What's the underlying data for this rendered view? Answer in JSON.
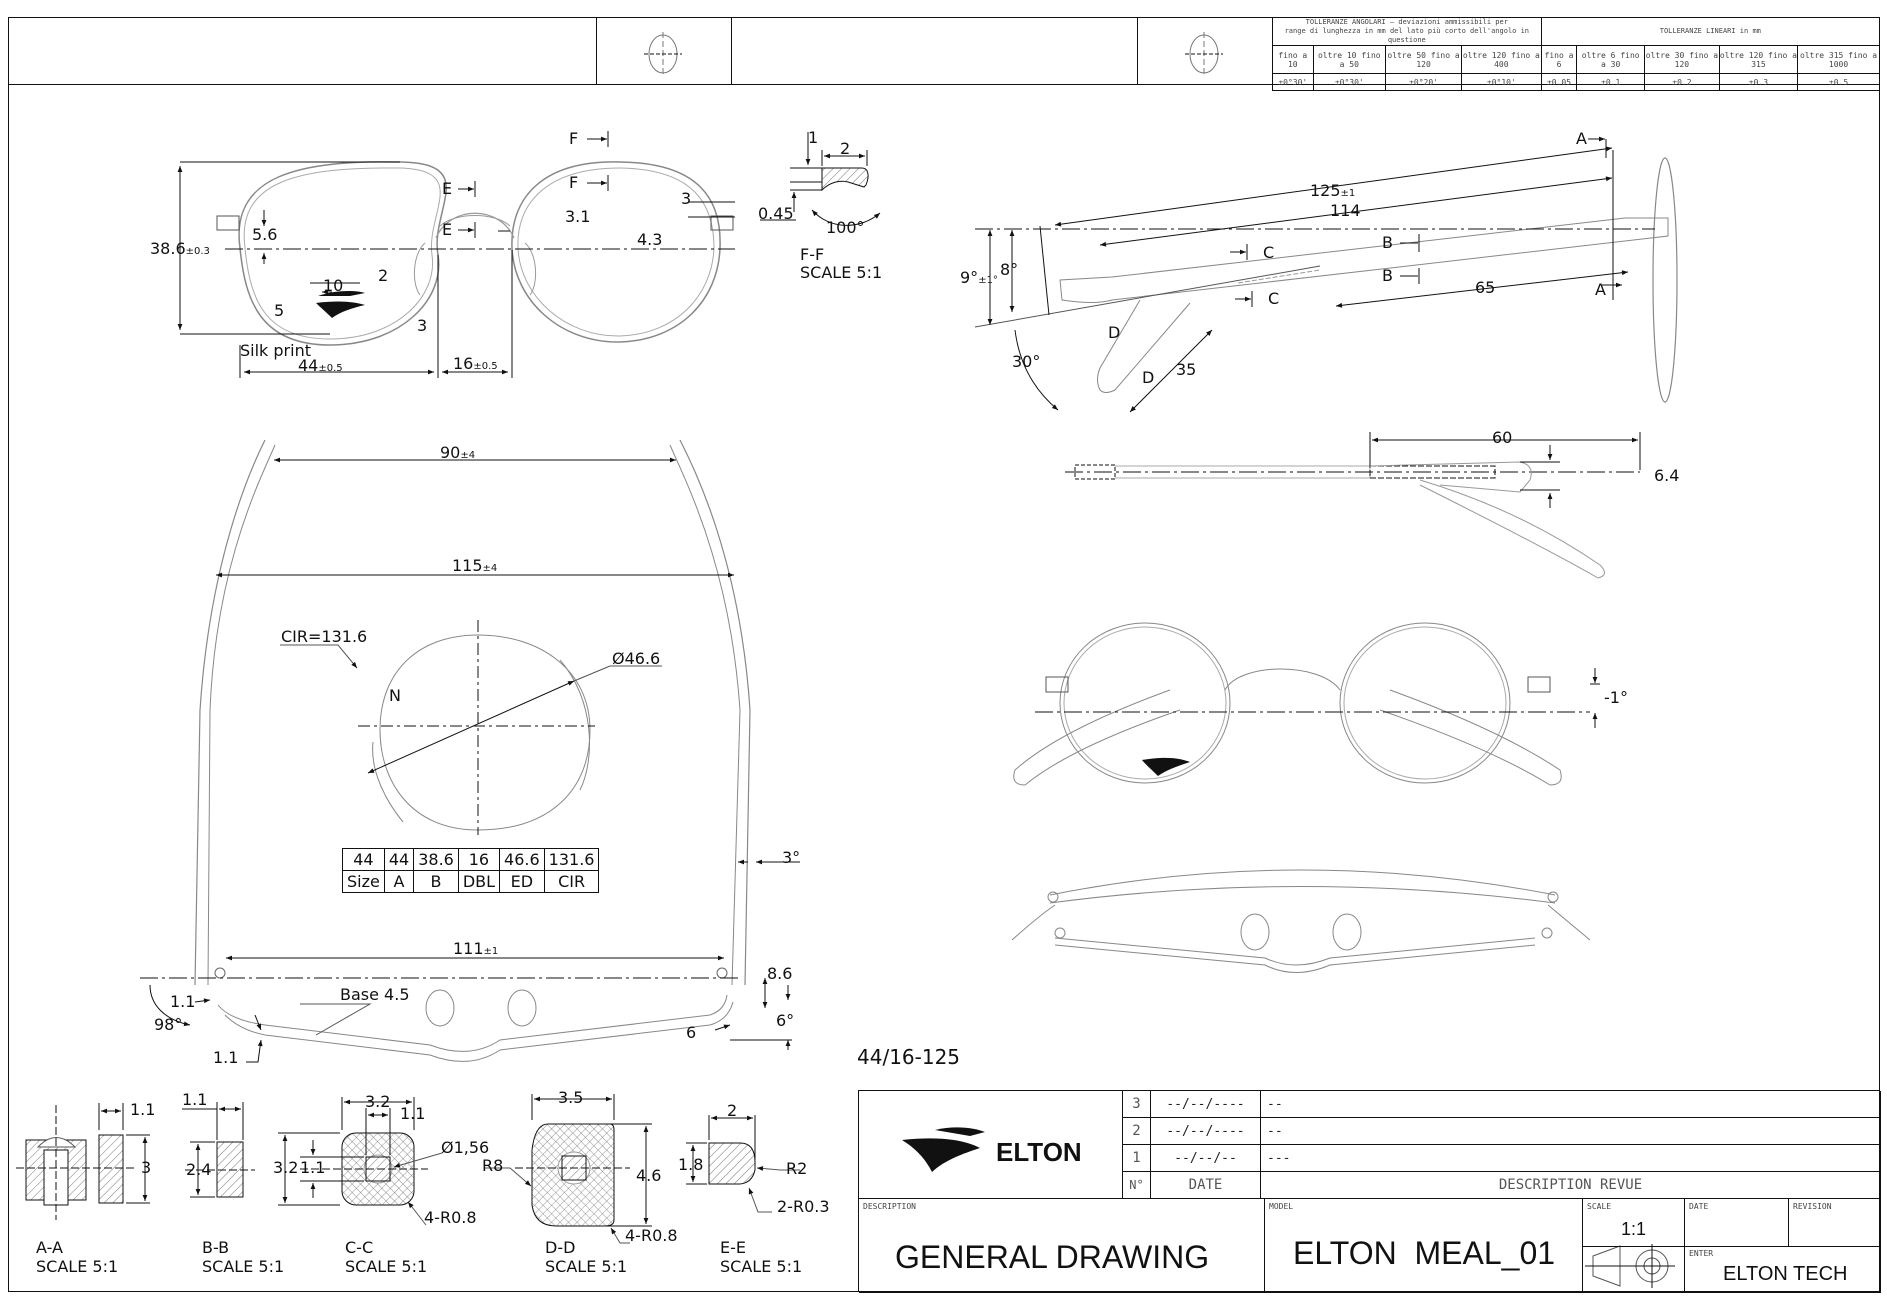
{
  "tolerances": {
    "angular": {
      "title": "TOLLERANZE ANGOLARI – deviazioni ammissibili per",
      "subtitle": "range di lunghezza in mm del lato più corto dell'angolo in questione",
      "ranges": [
        "fino a 10",
        "oltre 10 fino a 50",
        "oltre 50 fino a 120",
        "oltre 120 fino a 400"
      ],
      "values": [
        "±0°30'",
        "±0°30'",
        "±0°20'",
        "±0°10'"
      ]
    },
    "linear": {
      "title": "TOLLERANZE LINEARI in mm",
      "ranges": [
        "fino a 6",
        "oltre 6 fino a 30",
        "oltre 30 fino a 120",
        "oltre 120 fino a 315",
        "oltre 315 fino a 1000"
      ],
      "values": [
        "±0.05",
        "±0.1",
        "±0.2",
        "±0.3",
        "±0.5"
      ]
    }
  },
  "front_view": {
    "labels": {
      "height": "38.6",
      "height_tol": "±0.3",
      "lens_width": "44",
      "lens_width_tol": "±0.5",
      "bridge": "16",
      "bridge_tol": "±0.5",
      "d_5_6": "5.6",
      "d_2": "2",
      "d_10": "10",
      "d_5": "5",
      "d_3": "3",
      "d_3_1": "3.1",
      "d_3_top": "3",
      "d_4_3": "4.3",
      "silk_print": "Silk print",
      "sec_e": "E",
      "sec_f": "F"
    }
  },
  "section_ff": {
    "d1": "1",
    "d2": "2",
    "d045": "0.45",
    "angle": "100°",
    "name": "F-F",
    "scale": "SCALE 5:1"
  },
  "side_view": {
    "d125": "125",
    "d125_tol": "±1",
    "d114": "114",
    "d65": "65",
    "d35": "35",
    "a9": "9°",
    "a9_tol": "±1°",
    "a8": "8°",
    "a30": "30°",
    "sec_a": "A",
    "sec_b": "B",
    "sec_c": "C",
    "sec_d": "D"
  },
  "temple_view": {
    "d60": "60",
    "d64": "6.4"
  },
  "front_small": {
    "angle": "-1°"
  },
  "top_view": {
    "d90": "90",
    "d90_tol": "±4",
    "d115": "115",
    "d115_tol": "±4",
    "d111": "111",
    "d111_tol": "±1",
    "cir": "CIR=131.6",
    "diam": "Ø46.6",
    "nasal": "N",
    "a3": "3°",
    "a98": "98°",
    "a6": "6°",
    "d11a": "1.1",
    "d11b": "1.1",
    "d86": "8.6",
    "d6": "6",
    "base": "Base 4.5"
  },
  "size_table": {
    "values": [
      "44",
      "44",
      "38.6",
      "16",
      "46.6",
      "131.6"
    ],
    "headers": [
      "Size",
      "A",
      "B",
      "DBL",
      "ED",
      "CIR"
    ]
  },
  "size_code": "44/16-125",
  "sections": [
    {
      "name": "A-A",
      "scale": "SCALE 5:1",
      "dims": [
        "1.1",
        "3"
      ]
    },
    {
      "name": "B-B",
      "scale": "SCALE 5:1",
      "dims": [
        "1.1",
        "2.4"
      ]
    },
    {
      "name": "C-C",
      "scale": "SCALE 5:1",
      "dims": [
        "3.2",
        "1.1",
        "3.2",
        "1.1",
        "Ø1,56",
        "4-R0.8"
      ]
    },
    {
      "name": "D-D",
      "scale": "SCALE 5:1",
      "dims": [
        "3.5",
        "R8",
        "4.6",
        "4-R0.8"
      ]
    },
    {
      "name": "E-E",
      "scale": "SCALE 5:1",
      "dims": [
        "2",
        "1.8",
        "R2",
        "2-R0.3"
      ]
    }
  ],
  "title_block": {
    "brand": "ELTON",
    "revisions": [
      {
        "n": "3",
        "date": "--/--/----",
        "desc": "--"
      },
      {
        "n": "2",
        "date": "--/--/----",
        "desc": "--"
      },
      {
        "n": "1",
        "date": "--/--/--",
        "desc": "---"
      }
    ],
    "rev_headers": {
      "n": "N°",
      "date": "DATE",
      "desc": "DESCRIPTION REVUE"
    },
    "description_label": "DESCRIPTION",
    "description": "GENERAL DRAWING",
    "model_label": "MODEL",
    "model": "ELTON  MEAL_01",
    "scale_label": "SCALE",
    "scale": "1:1",
    "date_label": "DATE",
    "revision_label": "REVISION",
    "enter_label": "ENTER",
    "enter": "ELTON TECH"
  },
  "colors": {
    "line": "#111111",
    "thin": "#777777",
    "hatch": "#555555"
  }
}
